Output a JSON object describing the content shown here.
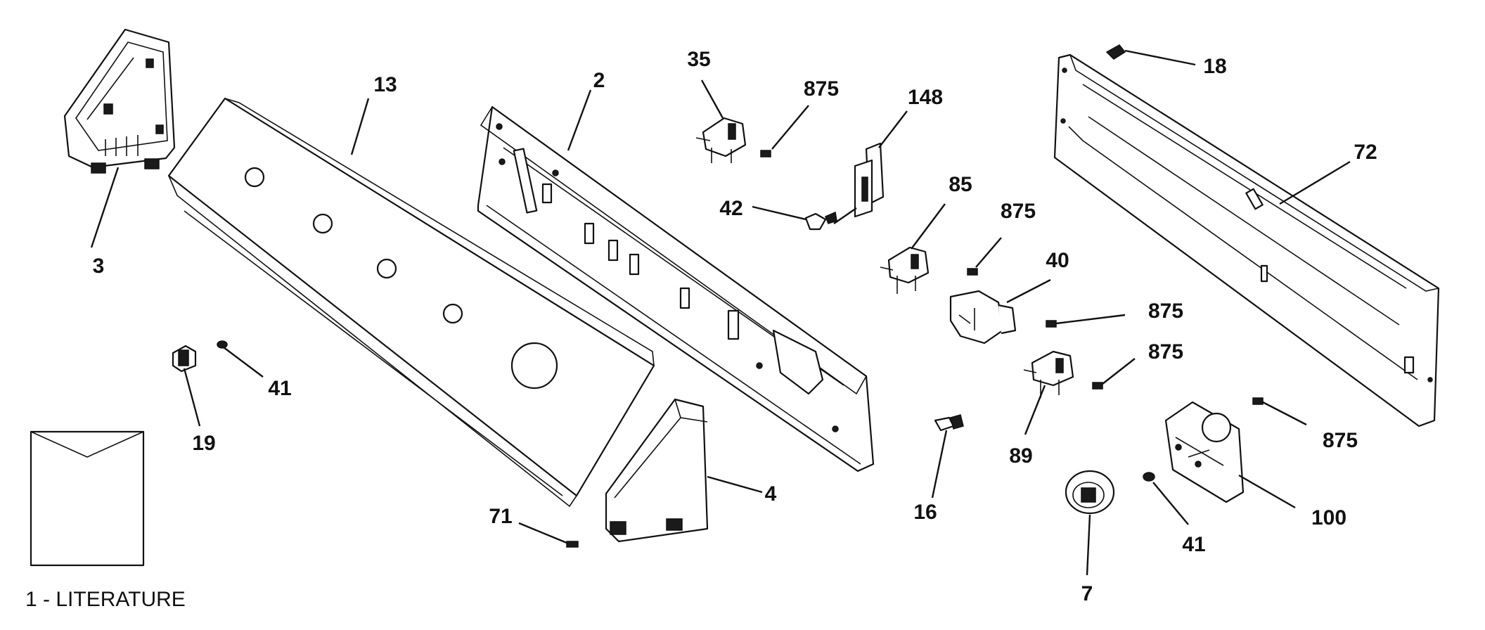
{
  "callouts": {
    "c3": "3",
    "c13": "13",
    "c2": "2",
    "c35": "35",
    "c875a": "875",
    "c148": "148",
    "c42": "42",
    "c85": "85",
    "c875b": "875",
    "c40": "40",
    "c875c": "875",
    "c875d": "875",
    "c89": "89",
    "c16": "16",
    "c18": "18",
    "c72": "72",
    "c875e": "875",
    "c100": "100",
    "c41b": "41",
    "c7": "7",
    "c41a": "41",
    "c19": "19",
    "c71": "71",
    "c4": "4"
  },
  "literature": {
    "label": "1 - LITERATURE"
  }
}
